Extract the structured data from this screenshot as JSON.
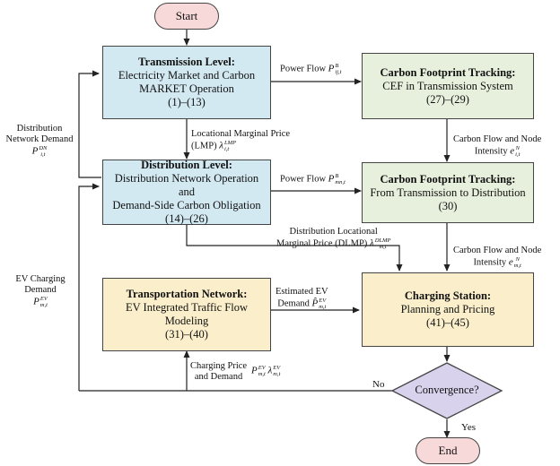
{
  "nodes": {
    "start": "Start",
    "end": "End",
    "transmission": {
      "title": "Transmission Level:",
      "lines": [
        "Electricity Market and Carbon",
        "MARKET Operation"
      ],
      "eq": "(1)–(13)"
    },
    "distribution": {
      "title": "Distribution Level:",
      "lines": [
        "Distribution Network Operation and",
        "Demand-Side Carbon Obligation"
      ],
      "eq": "(14)–(26)"
    },
    "cft_transmission": {
      "title": "Carbon Footprint Tracking:",
      "lines": [
        "CEF in Transmission System"
      ],
      "eq": "(27)–(29)"
    },
    "cft_distribution": {
      "title": "Carbon Footprint Tracking:",
      "lines": [
        "From Transmission to Distribution"
      ],
      "eq": "(30)"
    },
    "transportation": {
      "title": "Transportation Network:",
      "lines": [
        "EV Integrated Traffic Flow",
        "Modeling"
      ],
      "eq": "(31)–(40)"
    },
    "charging": {
      "title": "Charging Station:",
      "lines": [
        "Planning and Pricing"
      ],
      "eq": "(41)–(45)"
    },
    "convergence": "Convergence?"
  },
  "edges": {
    "power_flow_1": {
      "text": "Power Flow",
      "sym": "P",
      "sup": "B",
      "sub": "ij,t"
    },
    "power_flow_2": {
      "text": "Power Flow",
      "sym": "P",
      "sup": "B",
      "sub": "mn,t"
    },
    "lmp": {
      "line1": "Locational Marginal Price",
      "line2": "(LMP)",
      "sym": "λ",
      "sup": "LMP",
      "sub": "i,t"
    },
    "dlmp": {
      "line1": "Distribution Locational",
      "line2": "Marginal Price (DLMP)",
      "sym": "λ",
      "sup": "DLMP",
      "sub": "m,t"
    },
    "carbon_flow_1": {
      "line1": "Carbon Flow and Node",
      "line2": "Intensity",
      "sym": "e",
      "sup": "N",
      "sub": "i,t"
    },
    "carbon_flow_2": {
      "line1": "Carbon Flow and Node",
      "line2": "Intensity",
      "sym": "e",
      "sup": "N",
      "sub": "m,t"
    },
    "dn_demand": {
      "line1": "Distribution",
      "line2": "Network Demand",
      "sym": "P",
      "sup": "DN",
      "sub": "i,t"
    },
    "ev_demand": {
      "line1": "EV Charging",
      "line2": "Demand",
      "sym": "P",
      "sup": "EV",
      "sub": "m,t"
    },
    "est_ev": {
      "line1": "Estimated EV",
      "line2": "Demand",
      "sym": "P̂",
      "sup": "EV",
      "sub": "m,t"
    },
    "charging_price": {
      "line1": "Charging Price",
      "line2": "and Demand",
      "sym1": "P",
      "sym2": "λ",
      "sup": "EV",
      "sub": "m,t"
    },
    "no": "No",
    "yes": "Yes"
  }
}
